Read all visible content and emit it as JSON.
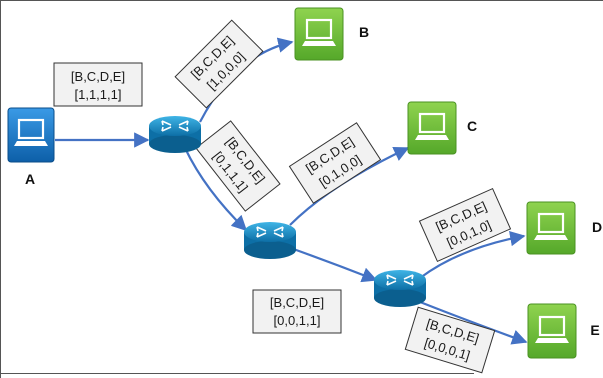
{
  "nodes": {
    "host_a": {
      "name": "A",
      "color": "#1a7fd0"
    },
    "host_b": {
      "name": "B",
      "color": "#6fbf3a"
    },
    "host_c": {
      "name": "C",
      "color": "#6fbf3a"
    },
    "host_d": {
      "name": "D",
      "color": "#6fbf3a"
    },
    "host_e": {
      "name": "E",
      "color": "#6fbf3a"
    }
  },
  "labels": {
    "a_to_r1": {
      "header": "[B,C,D,E]",
      "vector": "[1,1,1,1]"
    },
    "r1_to_b": {
      "header": "[B,C,D,E]",
      "vector": "[1,0,0,0]"
    },
    "r1_to_r2": {
      "header": "[B,C,D,E]",
      "vector": "[0,1,1,1]"
    },
    "r2_to_c": {
      "header": "[B,C,D,E]",
      "vector": "[0,1,0,0]"
    },
    "r2_to_r3": {
      "header": "[B,C,D,E]",
      "vector": "[0,0,1,1]"
    },
    "r3_to_d": {
      "header": "[B,C,D,E]",
      "vector": "[0,0,1,0]"
    },
    "r3_to_e": {
      "header": "[B,C,D,E]",
      "vector": "[0,0,0,1]"
    }
  },
  "colors": {
    "link": "#4472c4",
    "router": "#1b8fc4"
  }
}
